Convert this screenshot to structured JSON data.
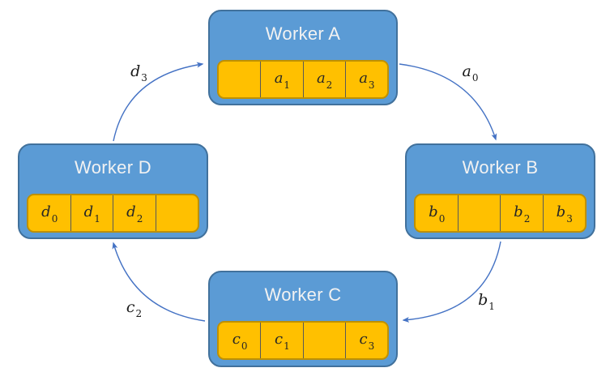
{
  "diagram": {
    "name": "ring-of-workers",
    "colors": {
      "background": "#ffffff",
      "box-fill": "#5B9BD5",
      "box-border": "#41719C",
      "buffer-fill": "#FFC000",
      "buffer-border": "#BF9000",
      "divider": "#595959",
      "arrow": "#4472C4",
      "title": "#F2F2F2",
      "cell-text": "#262626",
      "label-text": "#1a1a1a"
    }
  },
  "workers": [
    {
      "title": "Worker A",
      "cells": [
        {
          "base": "",
          "sub": ""
        },
        {
          "base": "a",
          "sub": "1"
        },
        {
          "base": "a",
          "sub": "2"
        },
        {
          "base": "a",
          "sub": "3"
        }
      ]
    },
    {
      "title": "Worker B",
      "cells": [
        {
          "base": "b",
          "sub": "0"
        },
        {
          "base": "",
          "sub": ""
        },
        {
          "base": "b",
          "sub": "2"
        },
        {
          "base": "b",
          "sub": "3"
        }
      ]
    },
    {
      "title": "Worker C",
      "cells": [
        {
          "base": "c",
          "sub": "0"
        },
        {
          "base": "c",
          "sub": "1"
        },
        {
          "base": "",
          "sub": ""
        },
        {
          "base": "c",
          "sub": "3"
        }
      ]
    },
    {
      "title": "Worker D",
      "cells": [
        {
          "base": "d",
          "sub": "0"
        },
        {
          "base": "d",
          "sub": "1"
        },
        {
          "base": "d",
          "sub": "2"
        },
        {
          "base": "",
          "sub": ""
        }
      ]
    }
  ],
  "edges": [
    {
      "from": "Worker D",
      "to": "Worker A",
      "base": "d",
      "sub": "3"
    },
    {
      "from": "Worker A",
      "to": "Worker B",
      "base": "a",
      "sub": "0"
    },
    {
      "from": "Worker B",
      "to": "Worker C",
      "base": "b",
      "sub": "1"
    },
    {
      "from": "Worker C",
      "to": "Worker D",
      "base": "c",
      "sub": "2"
    }
  ]
}
